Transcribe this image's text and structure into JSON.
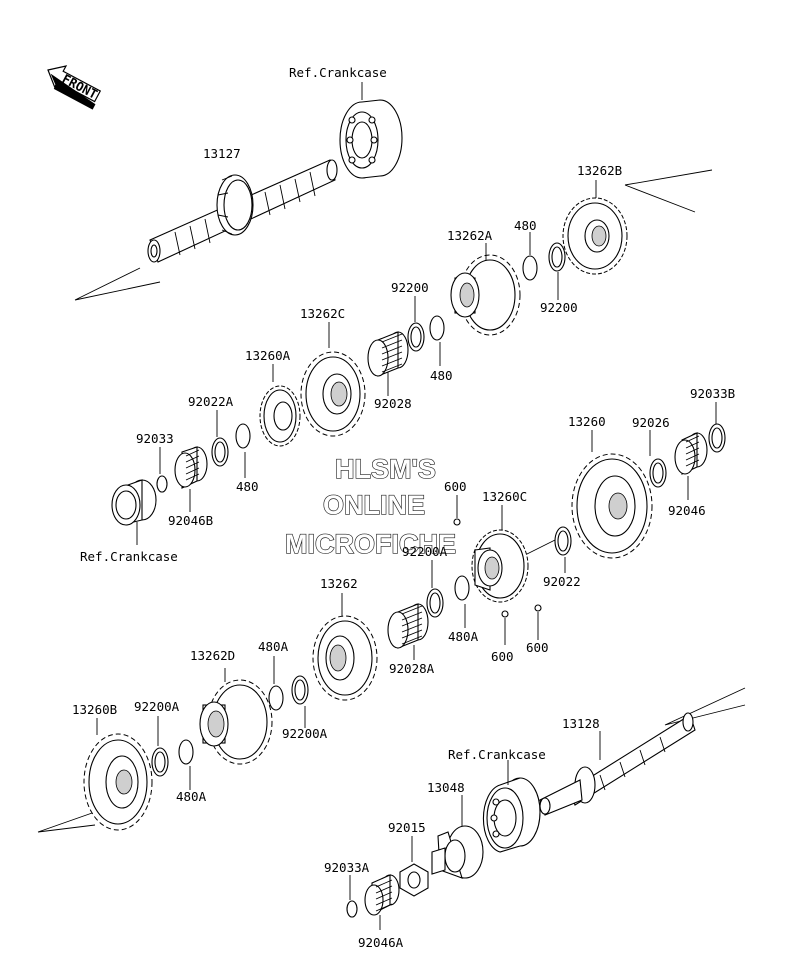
{
  "front_badge": "FRONT",
  "watermark": {
    "line1": "HLSM'S",
    "line2": "ONLINE",
    "line3": "MICROFICHE"
  },
  "labels": {
    "ref_crankcase_top": "Ref.Crankcase",
    "ref_crankcase_left": "Ref.Crankcase",
    "ref_crankcase_bottom": "Ref.Crankcase",
    "p13127": "13127",
    "p13262B": "13262B",
    "p480_a": "480",
    "p13262A": "13262A",
    "p92200_a": "92200",
    "p92200_b": "92200",
    "p480_b": "480",
    "p13262C": "13262C",
    "p13260A": "13260A",
    "p92028": "92028",
    "p92022A": "92022A",
    "p92033": "92033",
    "p480_c": "480",
    "p92046B": "92046B",
    "p13260": "13260",
    "p92026": "92026",
    "p92033B": "92033B",
    "p92046": "92046",
    "p600_a": "600",
    "p13260C": "13260C",
    "p92200A_a": "92200A",
    "p92022": "92022",
    "p13262": "13262",
    "p480A_a": "480A",
    "p600_b": "600",
    "p600_c": "600",
    "p92028A": "92028A",
    "p13262D": "13262D",
    "p480A_b": "480A",
    "p92200A_b": "92200A",
    "p13260B": "13260B",
    "p92200A_c": "92200A",
    "p480A_c": "480A",
    "p13128": "13128",
    "p13048": "13048",
    "p92015": "92015",
    "p92033A": "92033A",
    "p92046A": "92046A"
  }
}
